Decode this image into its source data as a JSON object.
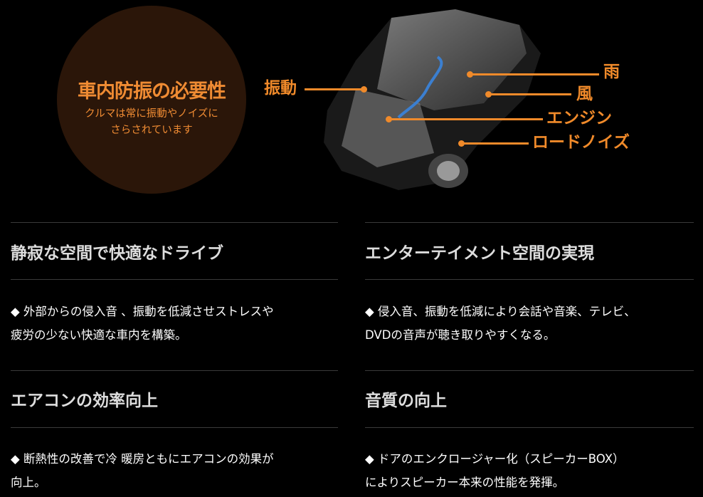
{
  "intro": {
    "title": "車内防振の必要性",
    "subtitle_line1": "クルマは常に振動やノイズに",
    "subtitle_line2": "さらされています"
  },
  "labels": {
    "vibration": "振動",
    "rain": "雨",
    "wind": "風",
    "engine": "エンジン",
    "road_noise": "ロードノイズ"
  },
  "sections": [
    {
      "title": "静寂な空間で快適なドライブ",
      "line1": "◆ 外部からの侵入音 、振動を低減させストレスや",
      "line2": "疲労の少ない快適な車内を構築。"
    },
    {
      "title": "エンターテイメント空間の実現",
      "line1": "◆ 侵入音、振動を低減により会話や音楽、テレビ、",
      "line2": "DVDの音声が聴き取りやすくなる。"
    },
    {
      "title": "エアコンの効率向上",
      "line1": "◆ 断熱性の改善で冷 暖房ともにエアコンの効果が",
      "line2": "向上。"
    },
    {
      "title": "音質の向上",
      "line1": "◆ ドアのエンクロージャー化（スピーカーBOX）",
      "line2": "によりスピーカー本来の性能を発揮。"
    }
  ],
  "colors": {
    "accent": "#f08a2a",
    "circle": "#2b1609"
  }
}
